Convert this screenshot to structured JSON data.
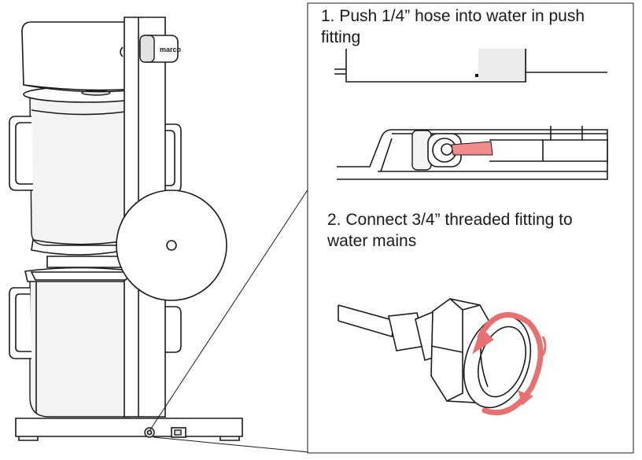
{
  "steps": [
    {
      "line1": "1.  Push  1/4”  hose  into  water  in  push",
      "line2": "fitting"
    },
    {
      "line1": "2.  Connect  3/4”  threaded  fitting  to",
      "line2": "water mains"
    }
  ],
  "logo_text": "marco",
  "colors": {
    "hose_highlight": "#f08c8c",
    "rotation_arrow": "#e87070"
  }
}
